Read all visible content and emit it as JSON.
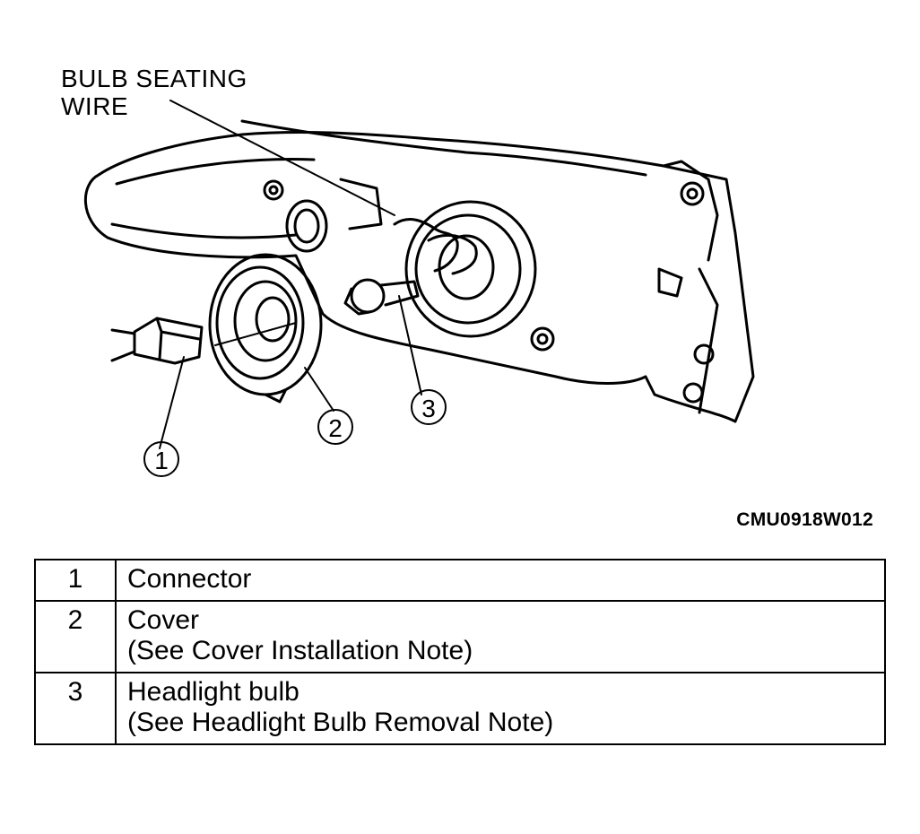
{
  "callout": {
    "label": "BULB SEATING\nWIRE"
  },
  "figure_code": "CMU0918W012",
  "markers": [
    "1",
    "2",
    "3"
  ],
  "legend": [
    {
      "num": "1",
      "line1": "Connector",
      "line2": ""
    },
    {
      "num": "2",
      "line1": "Cover",
      "line2": "(See Cover Installation Note)"
    },
    {
      "num": "3",
      "line1": "Headlight bulb",
      "line2": "(See Headlight Bulb Removal Note)"
    }
  ]
}
